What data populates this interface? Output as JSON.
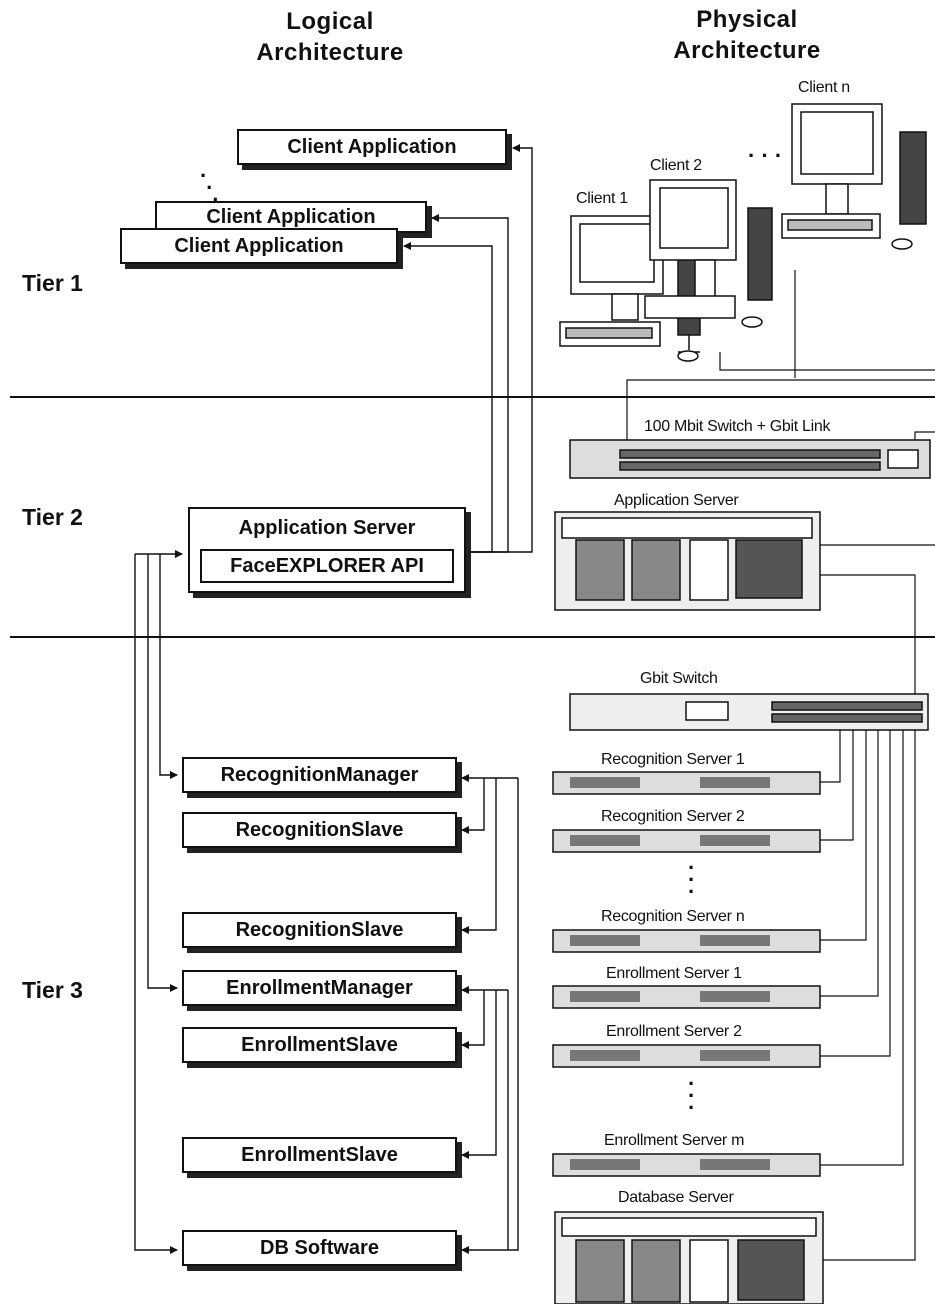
{
  "headers": {
    "logical_line1": "Logical",
    "logical_line2": "Architecture",
    "physical_line1": "Physical",
    "physical_line2": "Architecture"
  },
  "tiers": {
    "tier1": "Tier 1",
    "tier2": "Tier 2",
    "tier3": "Tier 3"
  },
  "logical": {
    "client_app_1": "Client Application",
    "client_app_2": "Client Application",
    "client_app_3": "Client Application",
    "app_server": "Application Server",
    "api": "FaceEXPLORER API",
    "recognition_manager": "RecognitionManager",
    "recognition_slave_1": "RecognitionSlave",
    "recognition_slave_2": "RecognitionSlave",
    "enrollment_manager": "EnrollmentManager",
    "enrollment_slave_1": "EnrollmentSlave",
    "enrollment_slave_2": "EnrollmentSlave",
    "db_software": "DB Software"
  },
  "physical": {
    "client_1": "Client 1",
    "client_2": "Client 2",
    "client_n": "Client n",
    "switch_100": "100 Mbit Switch + Gbit Link",
    "app_server": "Application Server",
    "gbit_switch": "Gbit Switch",
    "rec_server_1": "Recognition Server 1",
    "rec_server_2": "Recognition Server 2",
    "rec_server_n": "Recognition Server n",
    "enr_server_1": "Enrollment Server 1",
    "enr_server_2": "Enrollment Server 2",
    "enr_server_m": "Enrollment Server m",
    "db_server": "Database Server"
  }
}
